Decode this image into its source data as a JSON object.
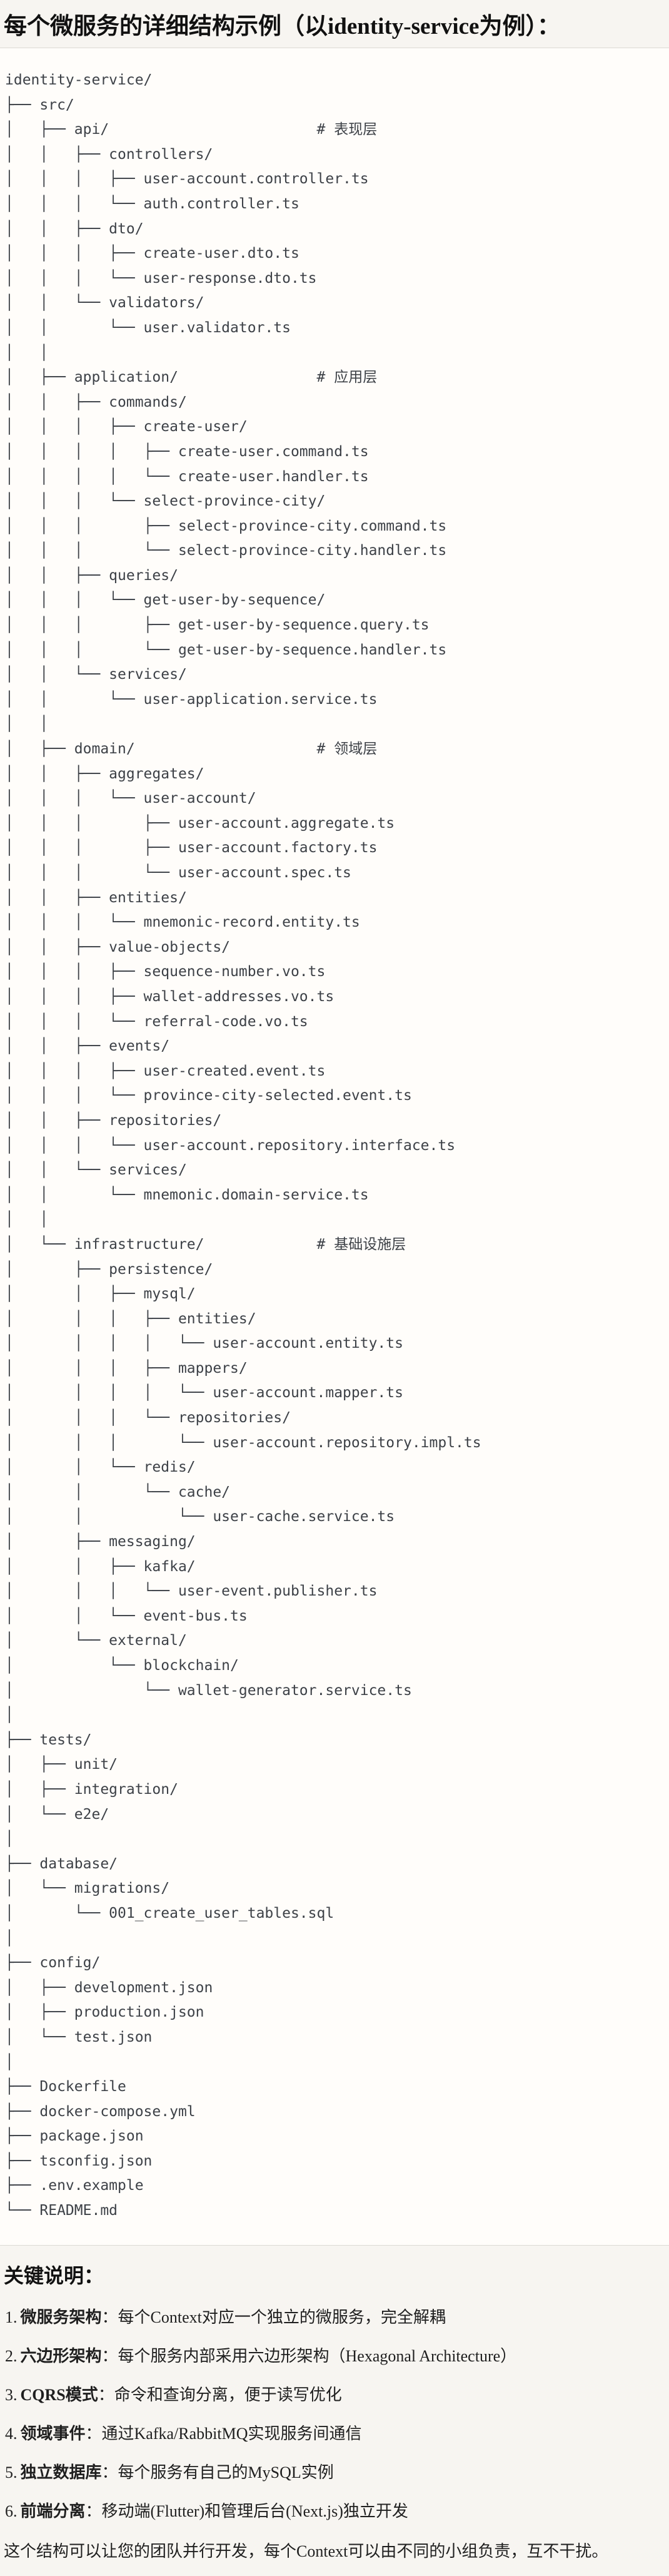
{
  "title": "每个微服务的详细结构示例（以identity-service为例）：",
  "colors": {
    "page_background": "#f7f5f1",
    "code_background": "#fffdfa",
    "code_border": "#dcdad4",
    "code_text": "#3d4147",
    "body_text": "#1f1f1f"
  },
  "tree": {
    "lines": [
      "identity-service/",
      "├── src/",
      "│   ├── api/                        # 表现层",
      "│   │   ├── controllers/",
      "│   │   │   ├── user-account.controller.ts",
      "│   │   │   └── auth.controller.ts",
      "│   │   ├── dto/",
      "│   │   │   ├── create-user.dto.ts",
      "│   │   │   └── user-response.dto.ts",
      "│   │   └── validators/",
      "│   │       └── user.validator.ts",
      "│   │",
      "│   ├── application/                # 应用层",
      "│   │   ├── commands/",
      "│   │   │   ├── create-user/",
      "│   │   │   │   ├── create-user.command.ts",
      "│   │   │   │   └── create-user.handler.ts",
      "│   │   │   └── select-province-city/",
      "│   │   │       ├── select-province-city.command.ts",
      "│   │   │       └── select-province-city.handler.ts",
      "│   │   ├── queries/",
      "│   │   │   └── get-user-by-sequence/",
      "│   │   │       ├── get-user-by-sequence.query.ts",
      "│   │   │       └── get-user-by-sequence.handler.ts",
      "│   │   └── services/",
      "│   │       └── user-application.service.ts",
      "│   │",
      "│   ├── domain/                     # 领域层",
      "│   │   ├── aggregates/",
      "│   │   │   └── user-account/",
      "│   │   │       ├── user-account.aggregate.ts",
      "│   │   │       ├── user-account.factory.ts",
      "│   │   │       └── user-account.spec.ts",
      "│   │   ├── entities/",
      "│   │   │   └── mnemonic-record.entity.ts",
      "│   │   ├── value-objects/",
      "│   │   │   ├── sequence-number.vo.ts",
      "│   │   │   ├── wallet-addresses.vo.ts",
      "│   │   │   └── referral-code.vo.ts",
      "│   │   ├── events/",
      "│   │   │   ├── user-created.event.ts",
      "│   │   │   └── province-city-selected.event.ts",
      "│   │   ├── repositories/",
      "│   │   │   └── user-account.repository.interface.ts",
      "│   │   └── services/",
      "│   │       └── mnemonic.domain-service.ts",
      "│   │",
      "│   └── infrastructure/             # 基础设施层",
      "│       ├── persistence/",
      "│       │   ├── mysql/",
      "│       │   │   ├── entities/",
      "│       │   │   │   └── user-account.entity.ts",
      "│       │   │   ├── mappers/",
      "│       │   │   │   └── user-account.mapper.ts",
      "│       │   │   └── repositories/",
      "│       │   │       └── user-account.repository.impl.ts",
      "│       │   └── redis/",
      "│       │       └── cache/",
      "│       │           └── user-cache.service.ts",
      "│       ├── messaging/",
      "│       │   ├── kafka/",
      "│       │   │   └── user-event.publisher.ts",
      "│       │   └── event-bus.ts",
      "│       └── external/",
      "│           └── blockchain/",
      "│               └── wallet-generator.service.ts",
      "│",
      "├── tests/",
      "│   ├── unit/",
      "│   ├── integration/",
      "│   └── e2e/",
      "│",
      "├── database/",
      "│   └── migrations/",
      "│       └── 001_create_user_tables.sql",
      "│",
      "├── config/",
      "│   ├── development.json",
      "│   ├── production.json",
      "│   └── test.json",
      "│",
      "├── Dockerfile",
      "├── docker-compose.yml",
      "├── package.json",
      "├── tsconfig.json",
      "├── .env.example",
      "└── README.md"
    ]
  },
  "notes": {
    "heading": "关键说明：",
    "items": [
      {
        "num": "1.",
        "term": "微服务架构",
        "colon": "：",
        "desc": "每个Context对应一个独立的微服务，完全解耦"
      },
      {
        "num": "2.",
        "term": "六边形架构",
        "colon": "：",
        "desc": "每个服务内部采用六边形架构（Hexagonal Architecture）"
      },
      {
        "num": "3.",
        "term": "CQRS模式",
        "colon": "：",
        "desc": "命令和查询分离，便于读写优化"
      },
      {
        "num": "4.",
        "term": "领域事件",
        "colon": "：",
        "desc": "通过Kafka/RabbitMQ实现服务间通信"
      },
      {
        "num": "5.",
        "term": "独立数据库",
        "colon": "：",
        "desc": "每个服务有自己的MySQL实例"
      },
      {
        "num": "6.",
        "term": "前端分离",
        "colon": "：",
        "desc": "移动端(Flutter)和管理后台(Next.js)独立开发"
      }
    ],
    "footer": "这个结构可以让您的团队并行开发，每个Context可以由不同的小组负责，互不干扰。"
  }
}
